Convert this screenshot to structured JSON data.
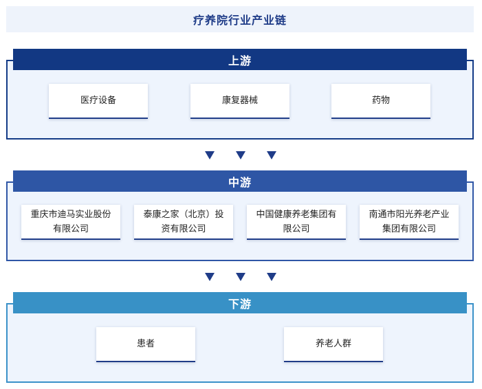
{
  "title": "疗养院行业产业链",
  "upstream": {
    "label": "上游",
    "items": [
      "医疗设备",
      "康复器械",
      "药物"
    ]
  },
  "midstream": {
    "label": "中游",
    "items": [
      "重庆市迪马实业股份有限公司",
      "泰康之家（北京）投资有限公司",
      "中国健康养老集团有限公司",
      "南通市阳光养老产业集团有限公司"
    ]
  },
  "downstream": {
    "label": "下游",
    "items": [
      "患者",
      "养老人群"
    ]
  },
  "colors": {
    "upstream": "#123883",
    "midstream": "#2e56a5",
    "downstream": "#3891c6",
    "title_text": "#1f3c88"
  }
}
